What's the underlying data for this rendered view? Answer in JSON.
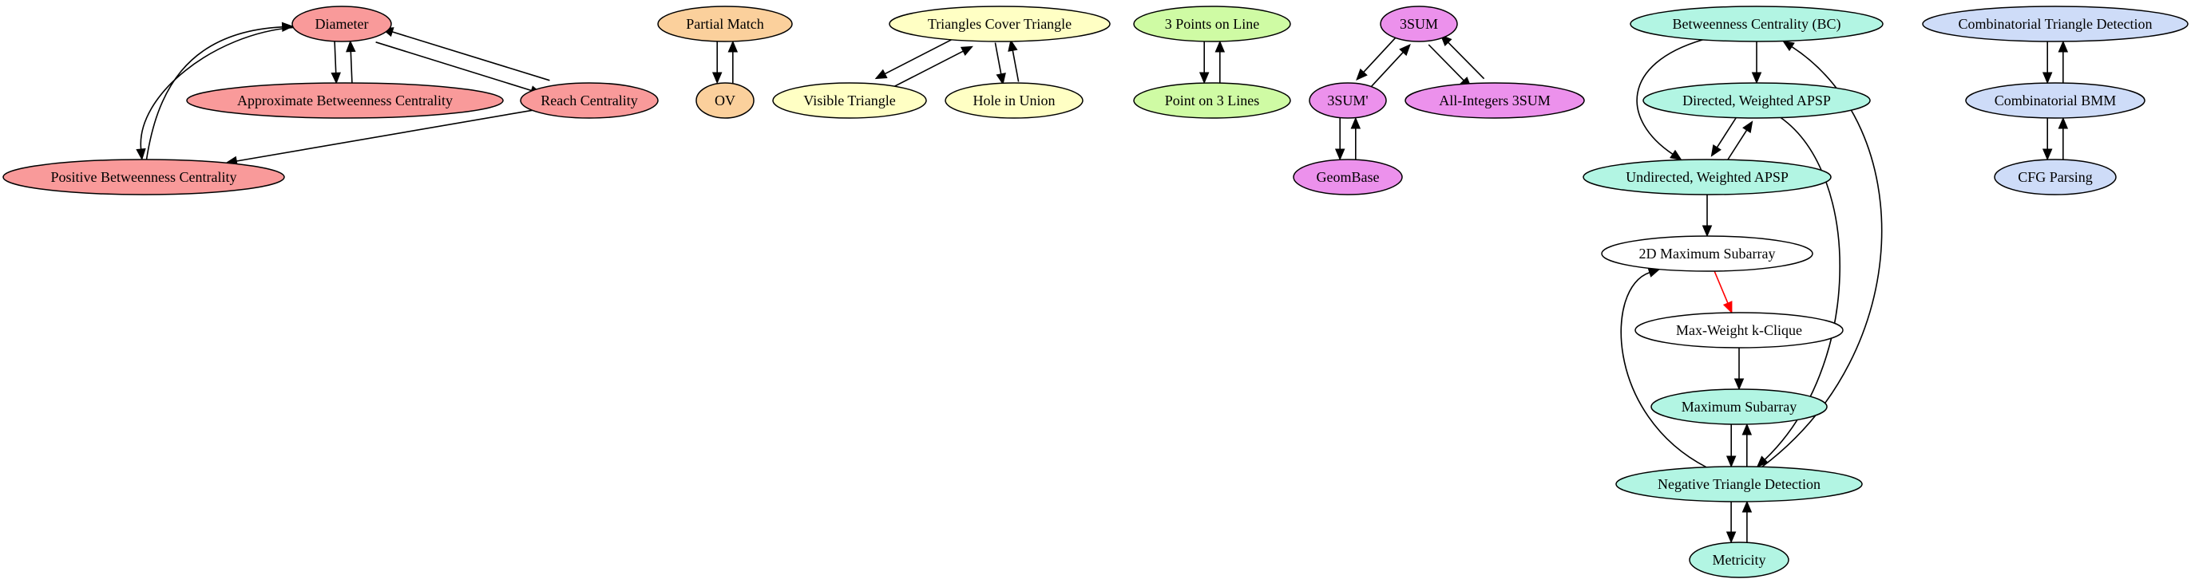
{
  "colors": {
    "red": "#f99a9a",
    "orange": "#fbd09c",
    "yellow": "#ffffc4",
    "green": "#cffba4",
    "magenta": "#ec91ec",
    "teal": "#b2f5e3",
    "blue": "#cedcf8",
    "white": "#ffffff",
    "red_edge": "#ff0000"
  },
  "nodes": [
    {
      "id": "diameter",
      "label": "Diameter",
      "fill": "red"
    },
    {
      "id": "approx_bc",
      "label": "Approximate Betweenness Centrality",
      "fill": "red"
    },
    {
      "id": "reach",
      "label": "Reach Centrality",
      "fill": "red"
    },
    {
      "id": "positive_bc",
      "label": "Positive Betweenness Centrality",
      "fill": "red"
    },
    {
      "id": "partial_match",
      "label": "Partial Match",
      "fill": "orange"
    },
    {
      "id": "ov",
      "label": "OV",
      "fill": "orange"
    },
    {
      "id": "triangles_cover",
      "label": "Triangles Cover Triangle",
      "fill": "yellow"
    },
    {
      "id": "visible_triangle",
      "label": "Visible Triangle",
      "fill": "yellow"
    },
    {
      "id": "hole_in_union",
      "label": "Hole in Union",
      "fill": "yellow"
    },
    {
      "id": "three_points",
      "label": "3 Points on Line",
      "fill": "green"
    },
    {
      "id": "point_on_3",
      "label": "Point on 3 Lines",
      "fill": "green"
    },
    {
      "id": "threesum",
      "label": "3SUM",
      "fill": "magenta"
    },
    {
      "id": "threesum_prime",
      "label": "3SUM'",
      "fill": "magenta"
    },
    {
      "id": "all_int_3sum",
      "label": "All-Integers 3SUM",
      "fill": "magenta"
    },
    {
      "id": "geombase",
      "label": "GeomBase",
      "fill": "magenta"
    },
    {
      "id": "bc",
      "label": "Betweenness Centrality (BC)",
      "fill": "teal"
    },
    {
      "id": "dir_apsp",
      "label": "Directed, Weighted APSP",
      "fill": "teal"
    },
    {
      "id": "undir_apsp",
      "label": "Undirected, Weighted APSP",
      "fill": "teal"
    },
    {
      "id": "max_subarray_2d",
      "label": "2D Maximum Subarray",
      "fill": "white"
    },
    {
      "id": "max_k_clique",
      "label": "Max-Weight k-Clique",
      "fill": "white"
    },
    {
      "id": "max_subarray",
      "label": "Maximum Subarray",
      "fill": "teal"
    },
    {
      "id": "neg_triangle",
      "label": "Negative Triangle Detection",
      "fill": "teal"
    },
    {
      "id": "metricity",
      "label": "Metricity",
      "fill": "teal"
    },
    {
      "id": "comb_triangle",
      "label": "Combinatorial Triangle Detection",
      "fill": "blue"
    },
    {
      "id": "comb_bmm",
      "label": "Combinatorial BMM",
      "fill": "blue"
    },
    {
      "id": "cfg_parsing",
      "label": "CFG Parsing",
      "fill": "blue"
    }
  ],
  "edges": [
    {
      "from": "diameter",
      "to": "approx_bc"
    },
    {
      "from": "approx_bc",
      "to": "diameter"
    },
    {
      "from": "diameter",
      "to": "reach"
    },
    {
      "from": "reach",
      "to": "diameter"
    },
    {
      "from": "diameter",
      "to": "positive_bc"
    },
    {
      "from": "positive_bc",
      "to": "diameter"
    },
    {
      "from": "reach",
      "to": "positive_bc"
    },
    {
      "from": "partial_match",
      "to": "ov"
    },
    {
      "from": "ov",
      "to": "partial_match"
    },
    {
      "from": "triangles_cover",
      "to": "visible_triangle"
    },
    {
      "from": "visible_triangle",
      "to": "triangles_cover"
    },
    {
      "from": "triangles_cover",
      "to": "hole_in_union"
    },
    {
      "from": "hole_in_union",
      "to": "triangles_cover"
    },
    {
      "from": "three_points",
      "to": "point_on_3"
    },
    {
      "from": "point_on_3",
      "to": "three_points"
    },
    {
      "from": "threesum",
      "to": "threesum_prime"
    },
    {
      "from": "threesum_prime",
      "to": "threesum"
    },
    {
      "from": "threesum",
      "to": "all_int_3sum"
    },
    {
      "from": "all_int_3sum",
      "to": "threesum"
    },
    {
      "from": "threesum_prime",
      "to": "geombase"
    },
    {
      "from": "geombase",
      "to": "threesum_prime"
    },
    {
      "from": "bc",
      "to": "dir_apsp"
    },
    {
      "from": "bc",
      "to": "undir_apsp"
    },
    {
      "from": "dir_apsp",
      "to": "undir_apsp"
    },
    {
      "from": "undir_apsp",
      "to": "dir_apsp"
    },
    {
      "from": "dir_apsp",
      "to": "neg_triangle"
    },
    {
      "from": "neg_triangle",
      "to": "bc"
    },
    {
      "from": "undir_apsp",
      "to": "max_subarray_2d"
    },
    {
      "from": "max_subarray_2d",
      "to": "max_k_clique",
      "color": "red_edge"
    },
    {
      "from": "max_k_clique",
      "to": "max_subarray"
    },
    {
      "from": "max_subarray",
      "to": "neg_triangle"
    },
    {
      "from": "neg_triangle",
      "to": "max_subarray"
    },
    {
      "from": "neg_triangle",
      "to": "max_subarray_2d"
    },
    {
      "from": "neg_triangle",
      "to": "metricity"
    },
    {
      "from": "metricity",
      "to": "neg_triangle"
    },
    {
      "from": "comb_triangle",
      "to": "comb_bmm"
    },
    {
      "from": "comb_bmm",
      "to": "comb_triangle"
    },
    {
      "from": "comb_bmm",
      "to": "cfg_parsing"
    },
    {
      "from": "cfg_parsing",
      "to": "comb_bmm"
    }
  ]
}
